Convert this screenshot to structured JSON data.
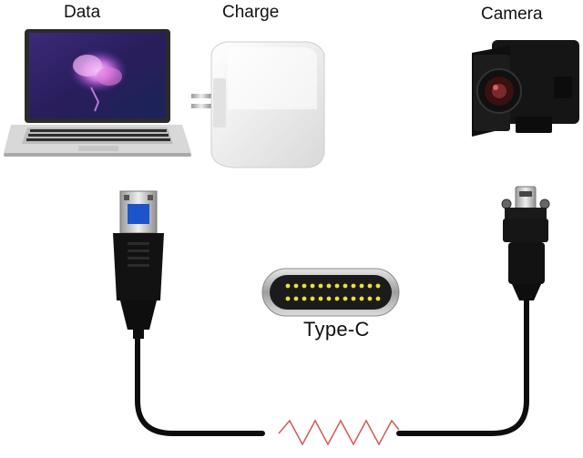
{
  "labels": {
    "data": "Data",
    "charge": "Charge",
    "camera": "Camera",
    "port": "Type-C"
  },
  "images": {
    "laptop": "laptop",
    "charger": "usb-wall-charger",
    "camera": "industrial-camera",
    "usb_a_plug": "usb-a-plug",
    "type_c_plug": "usb-type-c-plug-with-screws",
    "type_c_port": "usb-type-c-port",
    "zigzag": "zigzag-break-mark"
  },
  "colors": {
    "cable": "#0d0d0d",
    "port_pins": "#e8e13a",
    "zigzag": "#d45a5a",
    "usb_tongue": "#1c55c9"
  }
}
